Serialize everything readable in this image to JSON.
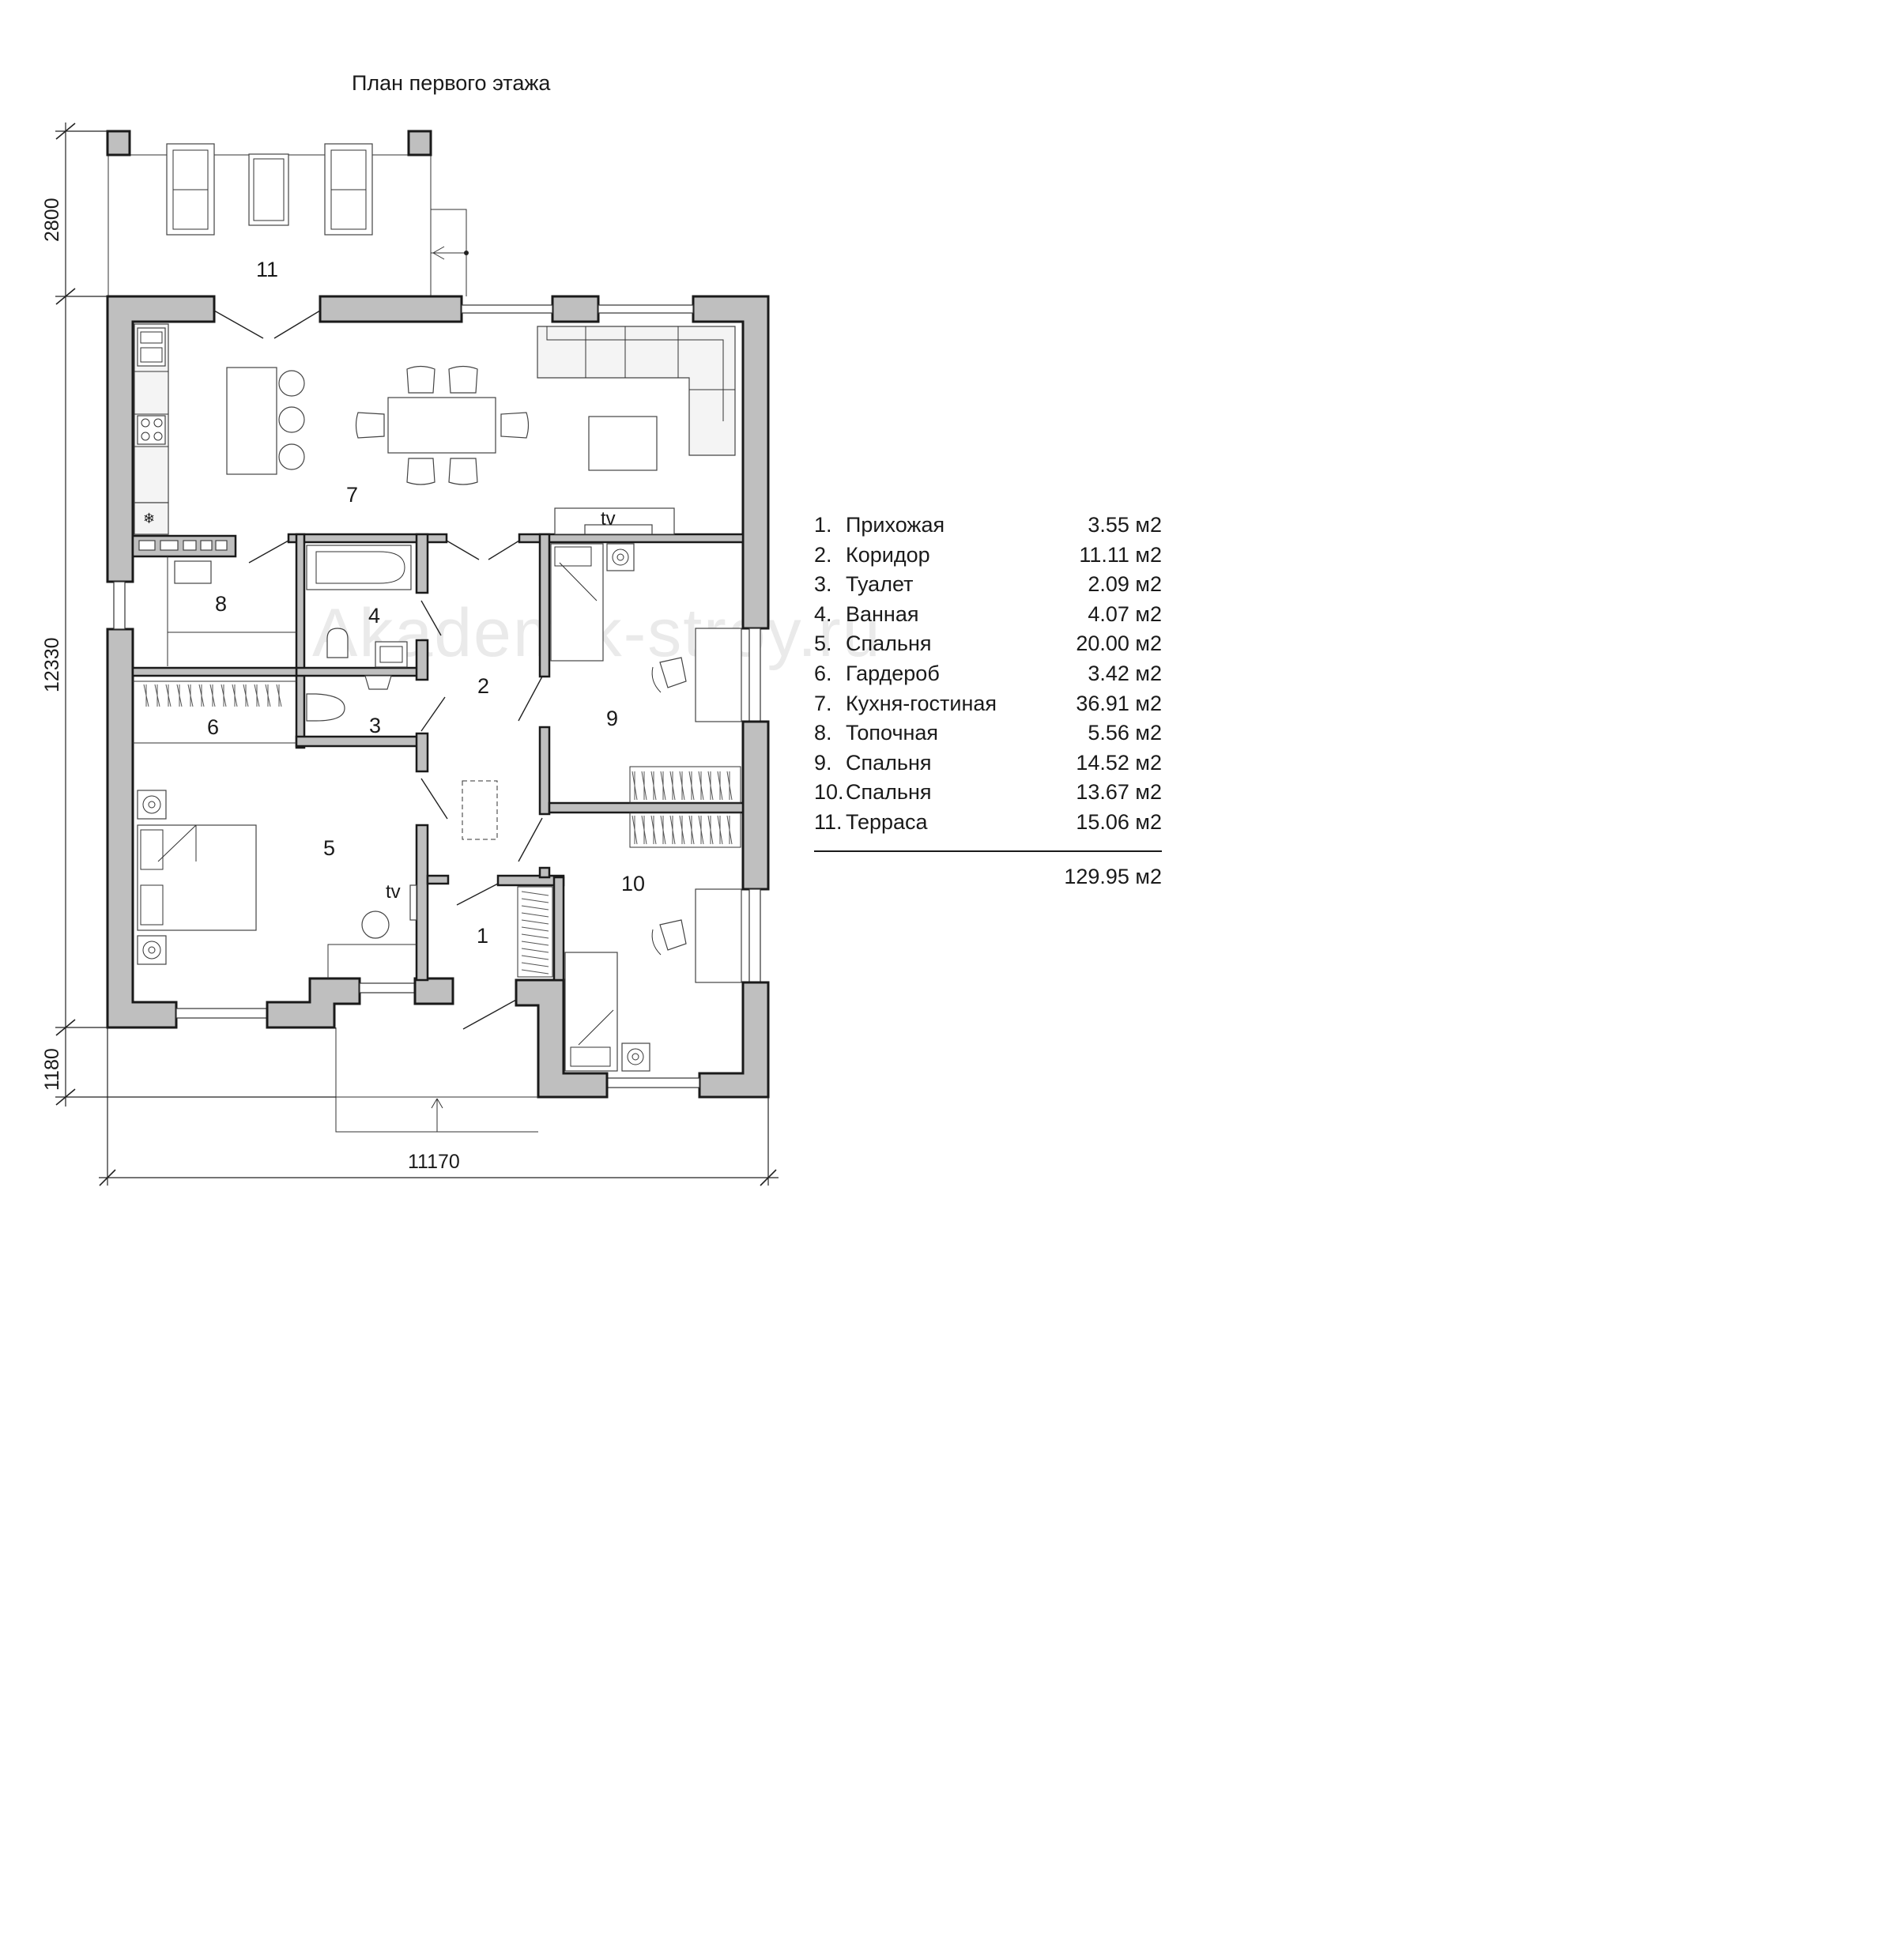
{
  "title": "План первого этажа",
  "watermark": "Akademik-stroy.ru",
  "dimensions": {
    "terrace_depth": "2800",
    "house_depth": "12330",
    "porch_depth": "1180",
    "house_width": "11170"
  },
  "rooms": [
    {
      "number": "1",
      "name": "Прихожая",
      "area": "3.55 м2"
    },
    {
      "number": "2",
      "name": "Коридор",
      "area": "11.11 м2"
    },
    {
      "number": "3",
      "name": "Туалет",
      "area": "2.09 м2"
    },
    {
      "number": "4",
      "name": "Ванная",
      "area": "4.07 м2"
    },
    {
      "number": "5",
      "name": "Спальня",
      "area": "20.00 м2"
    },
    {
      "number": "6",
      "name": "Гардероб",
      "area": "3.42 м2"
    },
    {
      "number": "7",
      "name": "Кухня-гостиная",
      "area": "36.91 м2"
    },
    {
      "number": "8",
      "name": "Топочная",
      "area": "5.56 м2"
    },
    {
      "number": "9",
      "name": "Спальня",
      "area": "14.52 м2"
    },
    {
      "number": "10",
      "name": "Спальня",
      "area": "13.67 м2"
    },
    {
      "number": "11",
      "name": "Терраса",
      "area": "15.06 м2"
    }
  ],
  "legend_numbers": [
    "1.",
    "2.",
    "3.",
    "4.",
    "5.",
    "6.",
    "7.",
    "8.",
    "9.",
    "10.",
    "11."
  ],
  "total_area": "129.95 м2",
  "tv_label": "tv",
  "colors": {
    "wall_fill": "#bfbfbf",
    "line": "#1a1a1a"
  }
}
